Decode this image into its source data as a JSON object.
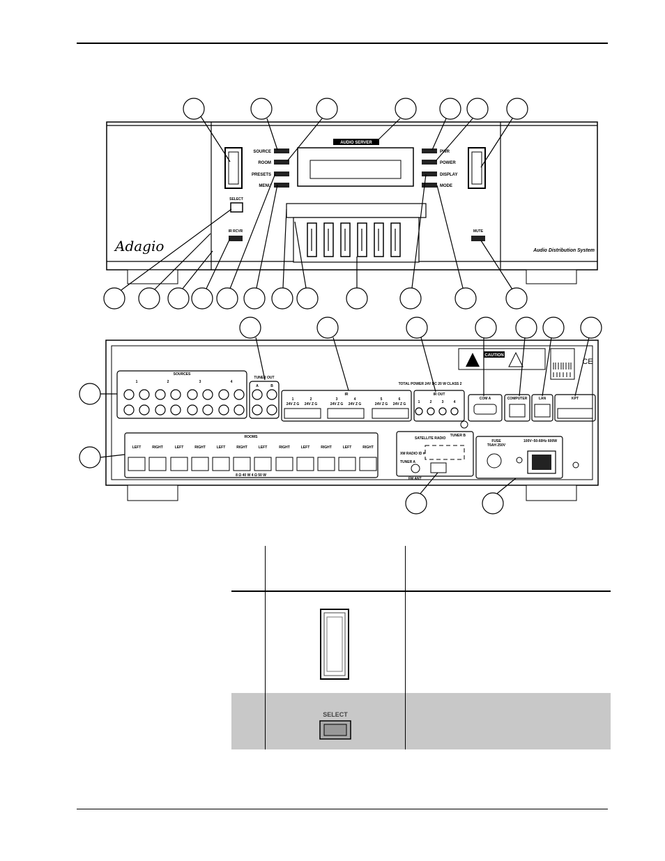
{
  "front_panel": {
    "labels_left": [
      "SOURCE",
      "ROOM",
      "PRESETS",
      "MENU"
    ],
    "labels_right": [
      "PWR",
      "POWER",
      "DISPLAY",
      "MODE"
    ],
    "select_label": "SELECT",
    "ir_label": "IR RCVR",
    "mute_label": "MUTE",
    "brand_logo": "Adagio",
    "tagline": "Audio Distribution System",
    "display_model": "AUDIO SERVER"
  },
  "rear_panel": {
    "sources_label": "SOURCES",
    "source_numbers": [
      "1",
      "2",
      "3",
      "4"
    ],
    "tuner_out_label": "TUNER OUT",
    "tuner_out_channels": [
      "A",
      "B"
    ],
    "ir_label": "IR",
    "ir_in_numbers": [
      "1",
      "2",
      "3",
      "4",
      "5",
      "6"
    ],
    "ir_terminal_label": "24V Z G",
    "ir_out_label": "IR OUT",
    "ir_out_numbers": [
      "1",
      "2",
      "3",
      "4"
    ],
    "total_power": "TOTAL POWER 24V DC 20 W CLASS 2",
    "com_label": "COM A",
    "computer_label": "COMPUTER",
    "lan_label": "LAN",
    "kpt_label": "KPT",
    "caution_label": "CAUTION",
    "rooms_label": "ROOMS",
    "room_channels": [
      "LEFT",
      "RIGHT"
    ],
    "impedance_note": "8 Ω 40 W   4 Ω 50 W",
    "satellite_label": "SATELLITE RADIO",
    "xm_label": "XM RADIO ID #",
    "tuner_a_label": "TUNER A",
    "tuner_b_label": "TUNER B",
    "fm_ant_label": "FM ANT",
    "fuse_label": "FUSE",
    "fuse_rating": "T6AH 250V",
    "power_rating": "100V~50-60Hz 600W",
    "ce_mark": "CE"
  },
  "table": {
    "select_caption": "SELECT"
  }
}
